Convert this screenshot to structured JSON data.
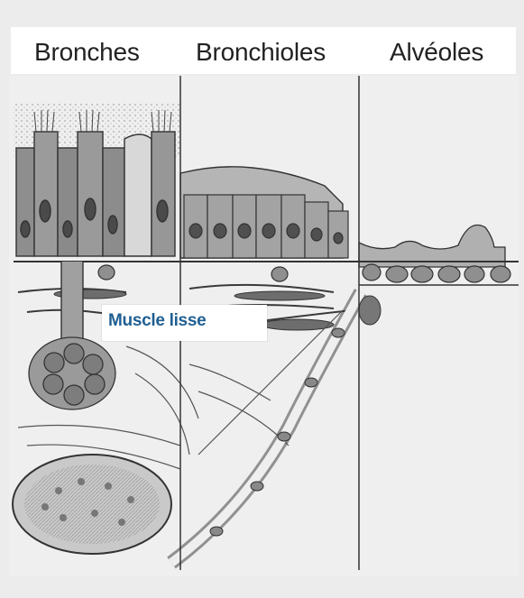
{
  "header": {
    "columns": [
      {
        "label": "Bronches"
      },
      {
        "label": "Bronchioles"
      },
      {
        "label": "Alvéoles"
      }
    ]
  },
  "callout": {
    "label": "Muscle lisse",
    "color": "#1f5f93"
  },
  "colors": {
    "ink": "#3a3a3a",
    "cell_fill": "#9a9a9a",
    "paper": "#f0f0f0"
  }
}
